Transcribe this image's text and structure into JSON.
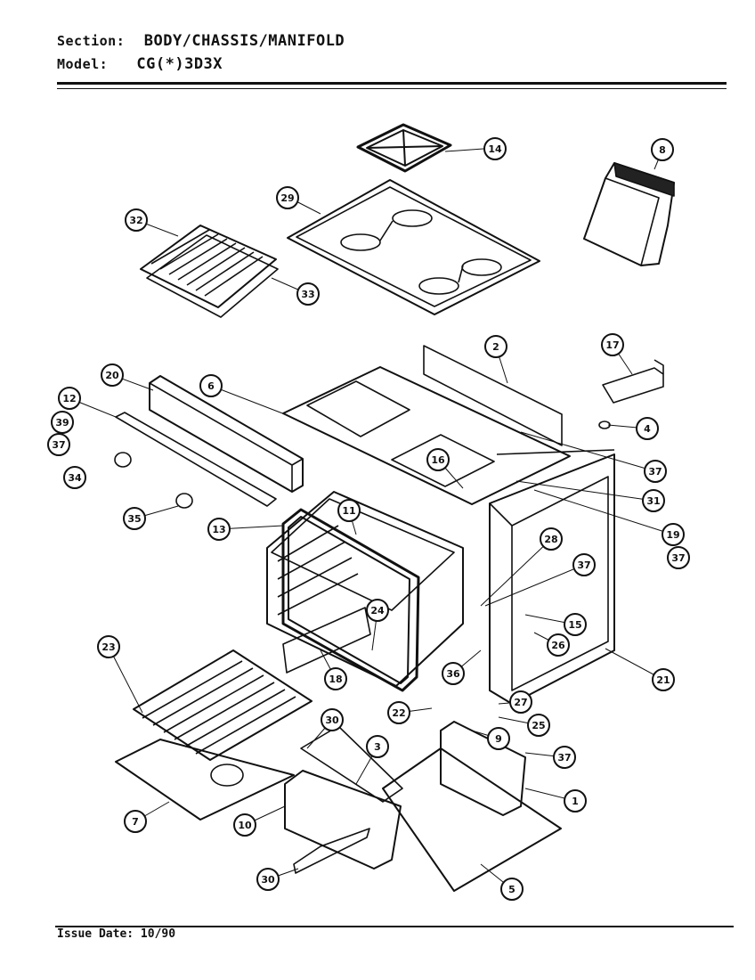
{
  "header": {
    "section_key": "Section:",
    "section_value": "BODY/CHASSIS/MANIFOLD",
    "model_key": "Model:",
    "model_value": "CG(*)3D3X"
  },
  "footer": {
    "issue_date": "Issue Date: 10/90"
  },
  "callouts": [
    "14",
    "8",
    "29",
    "32",
    "33",
    "2",
    "17",
    "4",
    "20",
    "6",
    "12",
    "39",
    "37",
    "34",
    "16",
    "37",
    "31",
    "19",
    "37",
    "35",
    "13",
    "11",
    "28",
    "37",
    "15",
    "24",
    "26",
    "23",
    "18",
    "36",
    "21",
    "22",
    "27",
    "25",
    "30",
    "9",
    "3",
    "37",
    "1",
    "7",
    "10",
    "30",
    "5"
  ]
}
